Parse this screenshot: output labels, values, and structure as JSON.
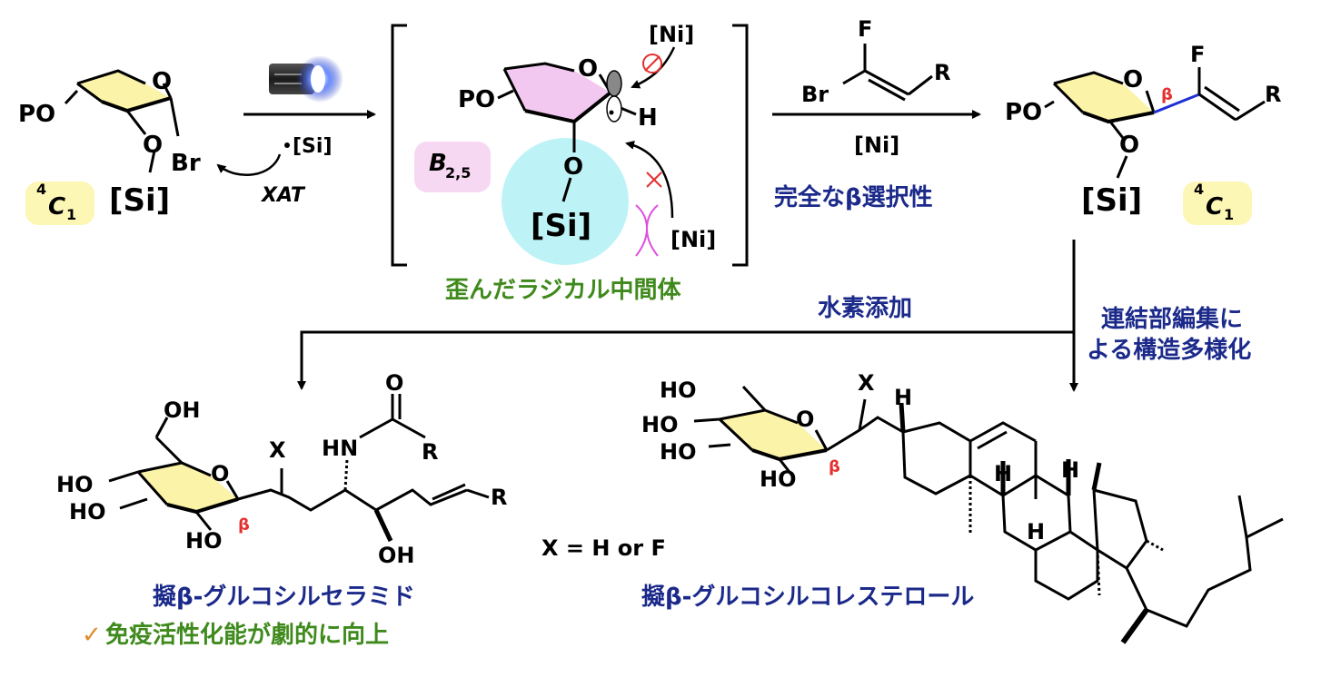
{
  "labels": {
    "po": "PO",
    "o": "O",
    "br": "Br",
    "si": "[Si]",
    "si_small": "[Si]",
    "xat": "XAT",
    "c1_sup": "4",
    "c1_main": "C",
    "c1_sub": "1",
    "ni": "[Ni]",
    "h": "H",
    "b25_main": "B",
    "b25_sub": "2,5",
    "f": "F",
    "r": "R",
    "beta": "β",
    "ho": "HO",
    "oh": "OH",
    "hn": "HN",
    "x": "X",
    "x_eq": "X = H or F"
  },
  "captions": {
    "strained_radical": "歪んだラジカル中間体",
    "complete_beta": "完全なβ選択性",
    "hydrogenation": "水素添加",
    "linker_line1": "連結部編集に",
    "linker_line2": "よる構造多様化",
    "ceramide": "擬β-グルコシルセラミド",
    "cholesterol": "擬β-グルコシルコレステロール",
    "activity": "免疫活性化能が劇的に向上",
    "check": "✓"
  },
  "colors": {
    "ring_fill": "#fbf3a8",
    "radical_ring_fill": "#f2c8f0",
    "highlight_yellow": "#fdf7b6",
    "highlight_pink": "#f7d8f3",
    "cyan": "#bdf3f6",
    "beta_red": "#e53030",
    "blue_bond": "#1f2fd6",
    "navy_text": "#1b2a8a",
    "green_text": "#3f8a1c",
    "magenta": "#e04ee0",
    "check_orange": "#e08a2b"
  }
}
